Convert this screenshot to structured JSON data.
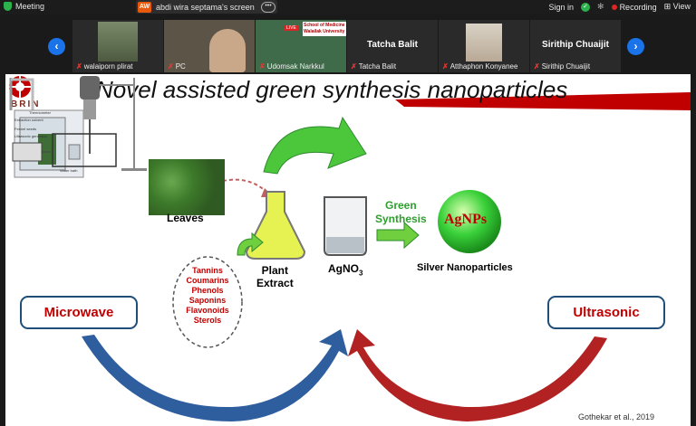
{
  "topbar": {
    "meeting_label": "Meeting",
    "share_initials": "AW",
    "share_label": "abdi wira septama's screen",
    "share_more": "•••",
    "signin_label": "Sign in",
    "recording_label": "Recording",
    "view_label": "View"
  },
  "participants": [
    {
      "name": "walaiporn plirat",
      "muted": true
    },
    {
      "name": "PC",
      "muted": true
    },
    {
      "name": "Udomsak Narkkul",
      "muted": true,
      "header": "School of Medicine Walailak University",
      "live_badge": "LIVE"
    },
    {
      "name": "Tatcha Balit",
      "muted": true,
      "display": "Tatcha Balit"
    },
    {
      "name": "Atthaphon Konyanee",
      "muted": true
    },
    {
      "name": "Sirithip Chuaijit",
      "muted": true,
      "display": "Sirithip Chuaijit"
    }
  ],
  "slide": {
    "logo_text": "BRIN",
    "title": "Novel assisted green synthesis nanoparticles",
    "leaves": "Leaves",
    "plant_extract": [
      "Plant",
      "Extract"
    ],
    "compounds": [
      "Tannins",
      "Coumarins",
      "Phenols",
      "Saponins",
      "Flavonoids",
      "Sterols"
    ],
    "agno3": "AgNO",
    "agno3_sub": "3",
    "green_synthesis": [
      "Green",
      "Synthesis"
    ],
    "agnps": "AgNPs",
    "silver_np": "Silver Nanoparticles",
    "microwave": "Microwave",
    "ultrasonic": "Ultrasonic",
    "citation": "Gothekar et al., 2019"
  },
  "colors": {
    "accent_blue": "#1a73e8",
    "title_red": "#c00000",
    "green": "#2e9e2e",
    "arrow_blue": "#2e5e9e",
    "arrow_red": "#b22222"
  }
}
